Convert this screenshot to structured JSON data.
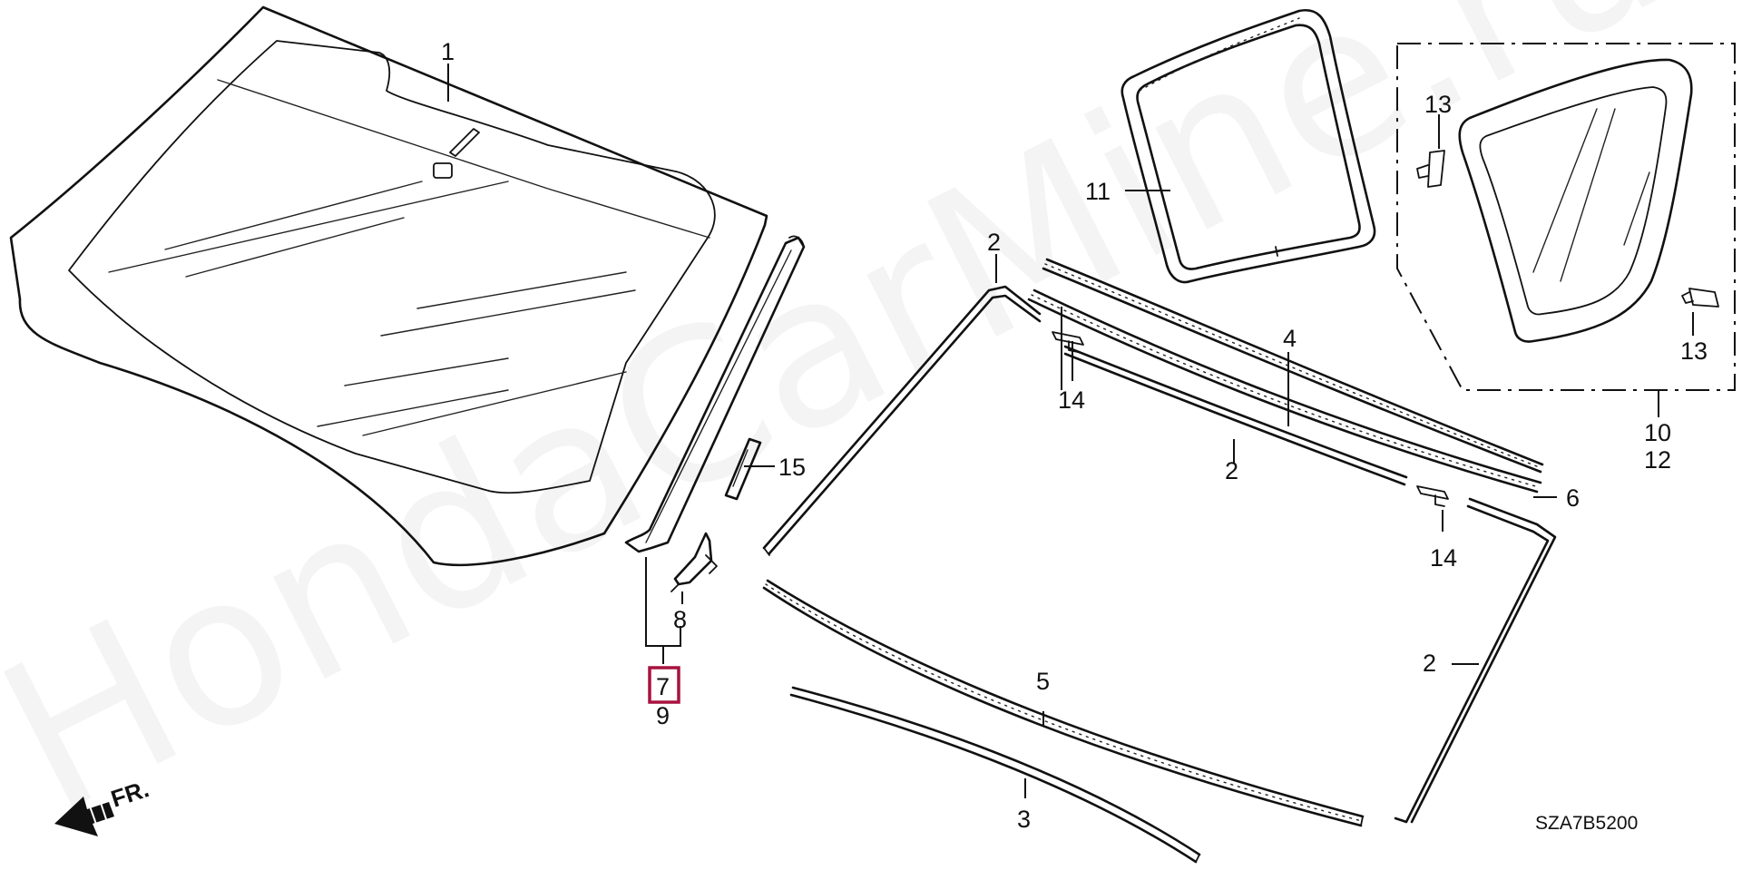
{
  "diagram": {
    "code": "SZA7B5200",
    "watermark": "HondaCarMine.ru",
    "direction_label": "FR.",
    "highlighted_callout": "7",
    "highlight_color": "#a8123e",
    "line_color": "#111111",
    "callouts": {
      "c1": "1",
      "c2a": "2",
      "c2b": "2",
      "c2c": "2",
      "c3": "3",
      "c4": "4",
      "c5": "5",
      "c6": "6",
      "c7": "7",
      "c8": "8",
      "c9": "9",
      "c10": "10",
      "c11": "11",
      "c12": "12",
      "c13a": "13",
      "c13b": "13",
      "c14a": "14",
      "c14b": "14",
      "c15": "15"
    }
  }
}
